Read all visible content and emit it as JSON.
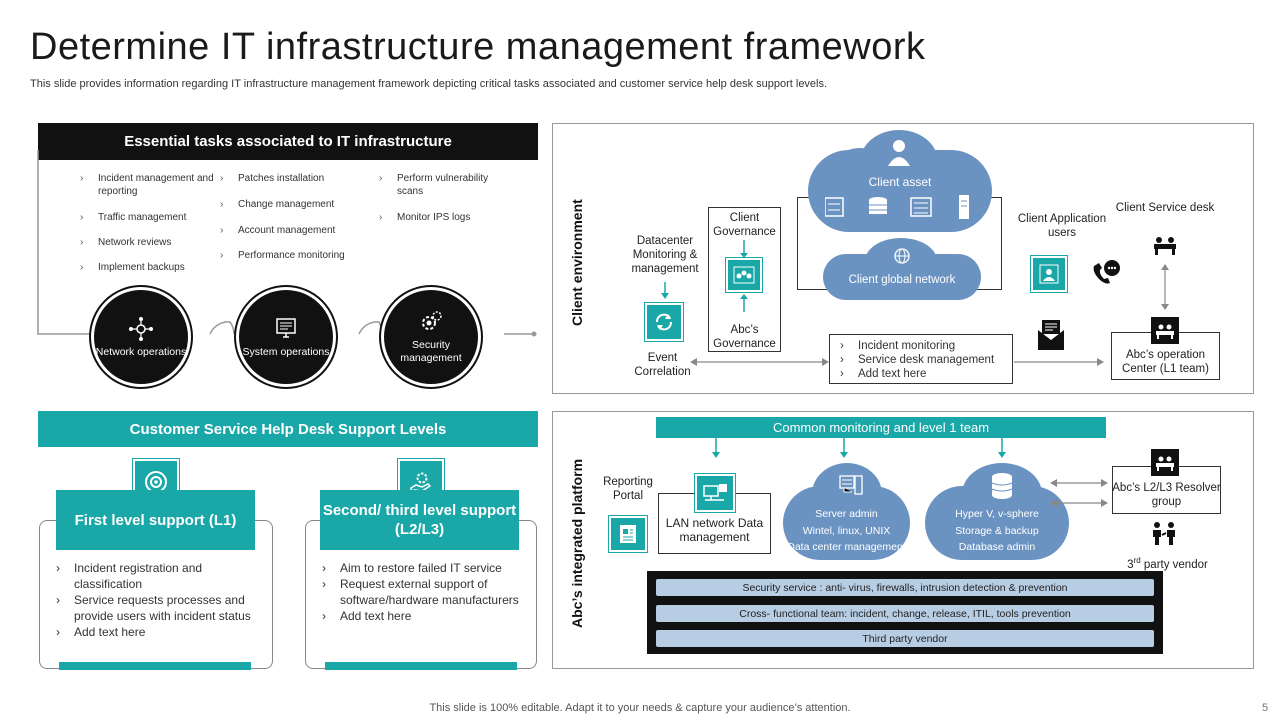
{
  "page": {
    "title": "Determine IT infrastructure management framework",
    "subtitle": "This slide provides information regarding IT infrastructure management framework depicting critical tasks associated and customer service help desk support levels.",
    "footer": "This slide is 100% editable. Adapt it to your needs & capture your audience’s attention.",
    "page_number": "5"
  },
  "essential": {
    "header": "Essential tasks associated to IT infrastructure",
    "col1": [
      "Incident management and reporting",
      "Traffic management",
      "Network reviews",
      "Implement  backups"
    ],
    "col2": [
      "Patches installation",
      "Change management",
      "Account management",
      "Performance monitoring"
    ],
    "col3": [
      "Perform vulnerability scans",
      "Monitor IPS logs"
    ],
    "circles": [
      {
        "label": "Network operations",
        "icon": "network-icon"
      },
      {
        "label": "System operations",
        "icon": "monitor-icon"
      },
      {
        "label": "Security management",
        "icon": "gear-icon"
      }
    ]
  },
  "support": {
    "header": "Customer Service Help Desk Support Levels",
    "level1": {
      "title": "First level support (L1)",
      "icon": "target-icon",
      "items": [
        "Incident registration and classification",
        "Service requests processes and provide  users with incident status",
        "Add text here"
      ]
    },
    "level2": {
      "title": "Second/ third level support (L2/L3)",
      "icon": "hand-gear-icon",
      "items": [
        "Aim to restore failed IT service",
        "Request external support of software/hardware manufacturers",
        "Add text here"
      ]
    }
  },
  "client_env": {
    "label": "Client environment",
    "client_asset": "Client asset",
    "client_global_network": "Client global network",
    "client_governance": "Client Governance",
    "abcs_governance": "Abc’s Governance",
    "datacenter": "Datacenter Monitoring & management",
    "event_correlation": "Event Correlation",
    "client_app_users": "Client Application users",
    "client_service_desk": "Client Service desk",
    "incident_list": [
      "Incident monitoring",
      "Service desk management",
      "Add text here"
    ],
    "operation_center": "Abc’s operation Center (L1 team)"
  },
  "platform": {
    "label": "Abc’s integrated platform",
    "common_header": "Common monitoring and level 1 team",
    "reporting_portal": "Reporting Portal",
    "lan": "LAN network Data management",
    "server_cloud": [
      "Server admin",
      "Wintel, linux, UNIX",
      "Data center management"
    ],
    "hyper_cloud": [
      "Hyper V, v-sphere",
      "Storage & backup",
      "Database admin"
    ],
    "resolver": "Abc’s L2/L3 Resolver group",
    "third_party": "3rd party vendor",
    "rows": [
      "Security service : anti- virus, firewalls, intrusion detection & prevention",
      "Cross- functional team: incident, change, release, ITIL,  tools prevention",
      "Third party vendor"
    ]
  },
  "colors": {
    "teal": "#1aa7a8",
    "cloud": "#6b93c2",
    "row_blue": "#b7cde4",
    "dark": "#111111"
  }
}
